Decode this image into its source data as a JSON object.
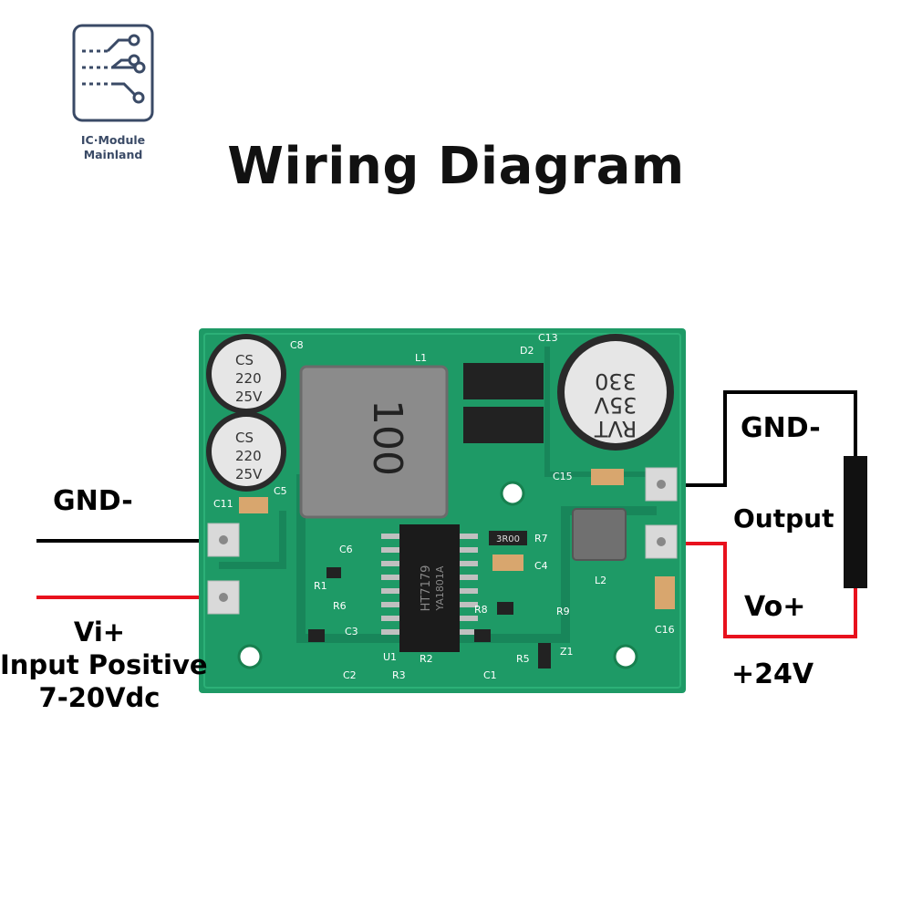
{
  "logo": {
    "line1": "IC·Module",
    "line2": "Mainland"
  },
  "title": "Wiring Diagram",
  "input": {
    "gnd_label": "GND-",
    "vi_label": "Vi+",
    "vi_desc": "Input Positive",
    "vi_range": "7-20Vdc"
  },
  "output": {
    "gnd_label": "GND-",
    "load_label": "Output",
    "vo_label": "Vo+",
    "vo_value": "+24V"
  },
  "board": {
    "cap_small_top": [
      "CS",
      "220",
      "25V"
    ],
    "cap_small_bottom": [
      "CS",
      "220",
      "25V"
    ],
    "cap_large": [
      "330",
      "35V",
      "RVT"
    ],
    "inductor_mark": "100",
    "ic_mark": [
      "HT7179",
      "YA1801A"
    ],
    "resistor_r7": "3R00",
    "silk": [
      "C8",
      "L1",
      "D2",
      "C13",
      "C5",
      "C11",
      "C6",
      "R1",
      "C2",
      "R6",
      "C3",
      "U1",
      "R2",
      "R8",
      "R7",
      "C4",
      "R9",
      "R5",
      "C1",
      "R3",
      "Z1",
      "C15",
      "L2",
      "C16"
    ]
  },
  "colors": {
    "pcb": "#1e9a66",
    "wire_gnd": "#000000",
    "wire_pos": "#e8111d",
    "logo": "#3a4a66"
  }
}
